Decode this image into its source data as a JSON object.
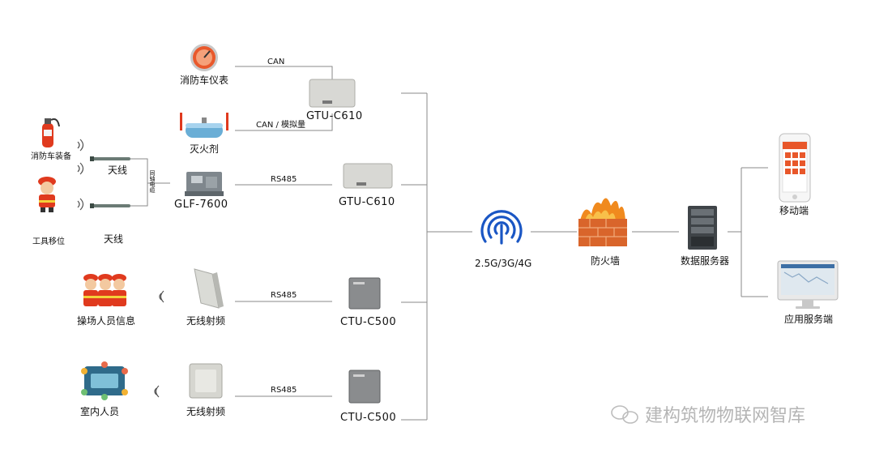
{
  "labels": {
    "dashboard": "消防车仪表",
    "extinguisher_agent": "灭火剂",
    "fire_equipment": "消防车装备",
    "tool_shift": "工具移位",
    "antenna_top": "天线",
    "antenna_bottom": "天线",
    "coax_cable": "同轴电缆",
    "glf": "GLF-7600",
    "gtu1": "GTU-C610",
    "gtu2": "GTU-C610",
    "ctu1": "CTU-C500",
    "ctu2": "CTU-C500",
    "drill_personnel": "操场人员信息",
    "indoor_personnel": "室内人员",
    "rf1": "无线射频",
    "rf2": "无线射频",
    "network": "2.5G/3G/4G",
    "firewall": "防火墙",
    "data_server": "数据服务器",
    "mobile": "移动端",
    "app_server": "应用服务端"
  },
  "links": {
    "can": "CAN",
    "can_analog": "CAN / 模拟量",
    "rs485_a": "RS485",
    "rs485_b": "RS485",
    "rs485_c": "RS485"
  },
  "watermark": "建构筑物物联网智库",
  "colors": {
    "wire": "#8a8a8a",
    "signal_blue": "#1a56c4",
    "fire_red": "#e03a1e",
    "brick": "#d9652b",
    "device_gray": "#d8d8d4"
  }
}
